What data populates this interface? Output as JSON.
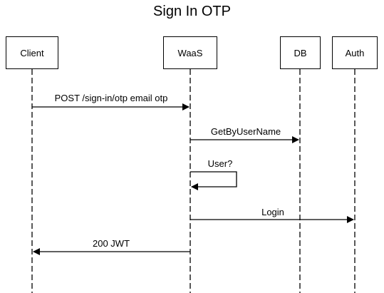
{
  "title": "Sign In OTP",
  "participants": [
    {
      "id": "client",
      "label": "Client"
    },
    {
      "id": "waas",
      "label": "WaaS"
    },
    {
      "id": "db",
      "label": "DB"
    },
    {
      "id": "auth",
      "label": "Auth"
    }
  ],
  "messages": [
    {
      "from": "client",
      "to": "waas",
      "label": "POST /sign-in/otp email otp"
    },
    {
      "from": "waas",
      "to": "db",
      "label": "GetByUserName"
    },
    {
      "from": "waas",
      "to": "waas",
      "label": "User?"
    },
    {
      "from": "waas",
      "to": "auth",
      "label": "Login"
    },
    {
      "from": "waas",
      "to": "client",
      "label": "200 JWT"
    }
  ]
}
